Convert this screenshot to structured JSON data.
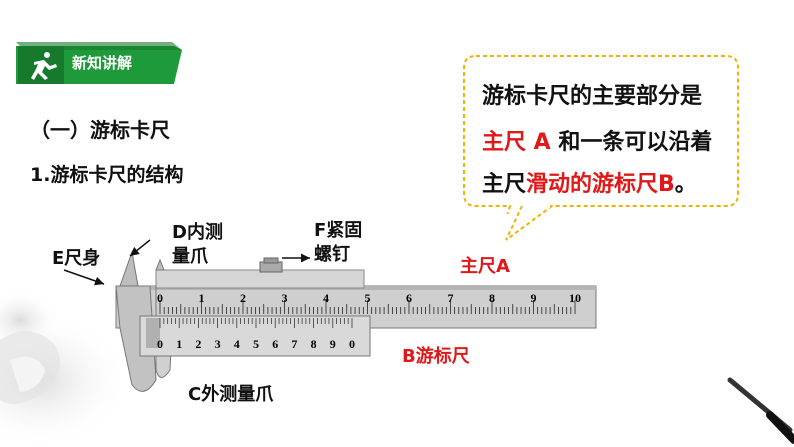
{
  "badge": {
    "label": "新知讲解",
    "icon": "running-person-icon",
    "color": "#1f9a3a"
  },
  "section_title": "（一）游标卡尺",
  "subsection_title": "1.游标卡尺的结构",
  "bubble": {
    "line1": "游标卡尺的主要部分是",
    "line2_red": "主尺 A",
    "line2_black": " 和一条可以沿着",
    "line3_black": "主尺",
    "line3_red": "滑动的游标尺B",
    "line3_end": "。",
    "border_color": "#f0b400"
  },
  "labels": {
    "body": "E尺身",
    "inner_jaw_1": "D内测",
    "inner_jaw_2": "量爪",
    "screw_1": "F紧固",
    "screw_2": "螺钉",
    "main_scale": "主尺A",
    "vernier": "B游标尺",
    "outer_jaw": "C外测量爪"
  },
  "main_scale_numbers": [
    "0",
    "1",
    "2",
    "3",
    "4",
    "5",
    "6",
    "7",
    "8",
    "9",
    "10"
  ],
  "vernier_numbers": [
    "0",
    "1",
    "2",
    "3",
    "4",
    "5",
    "6",
    "7",
    "8",
    "9",
    "0"
  ],
  "colors": {
    "accent_red": "#e01818",
    "ruler_gray": "#c8c8c8"
  }
}
